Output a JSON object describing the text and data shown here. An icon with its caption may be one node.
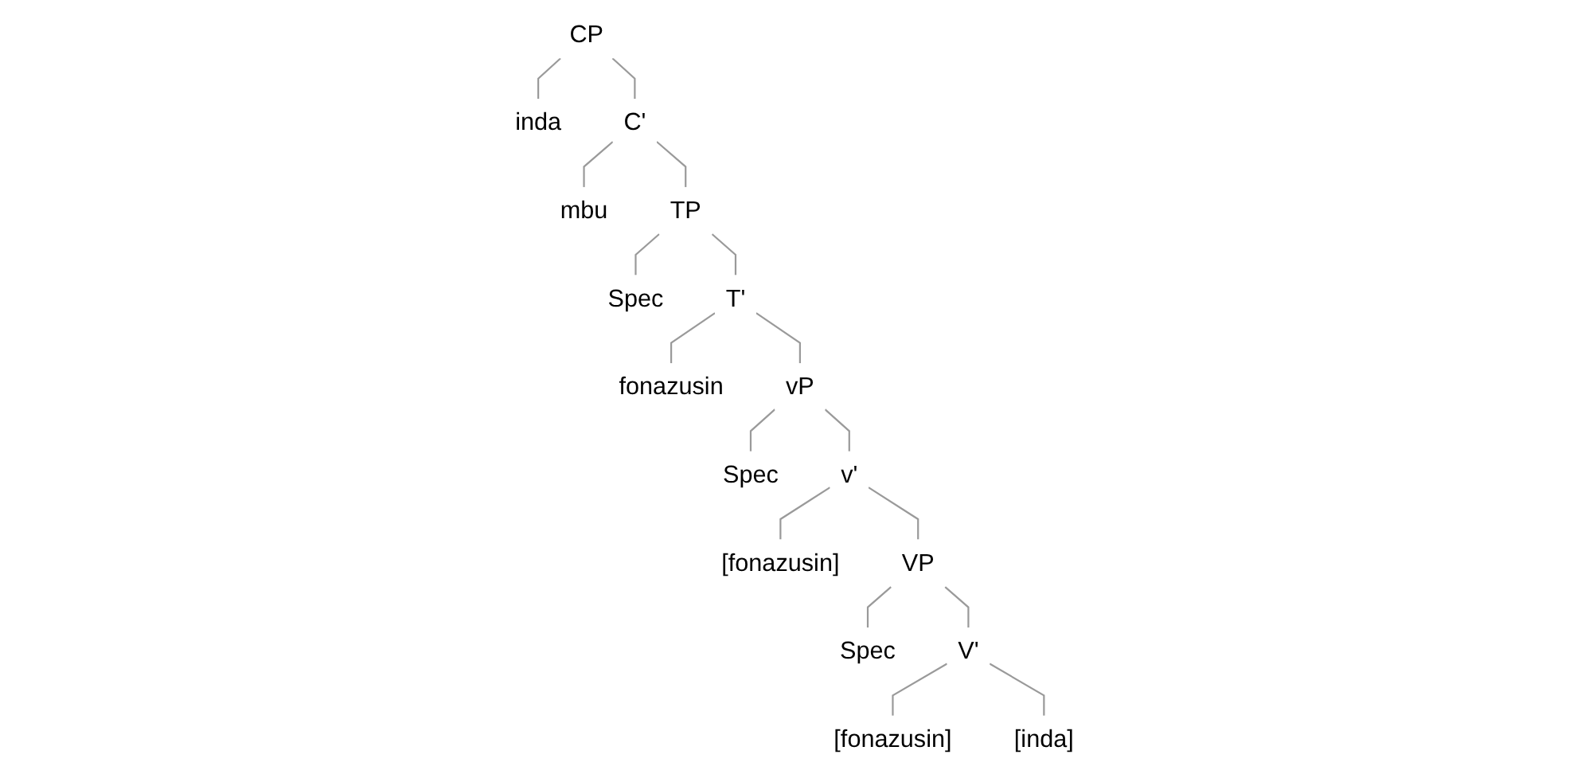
{
  "diagram": {
    "nodes": [
      {
        "text": [
          "CP"
        ]
      },
      {
        "text": [
          "inda"
        ]
      },
      {
        "text": [
          "C'"
        ]
      },
      {
        "text": [
          "mbu"
        ]
      },
      {
        "text": [
          "TP"
        ]
      },
      {
        "text": [
          "Spec"
        ]
      },
      {
        "text": [
          "T'"
        ]
      },
      {
        "text": [
          "fonazusin"
        ]
      },
      {
        "text": [
          "vP"
        ]
      },
      {
        "text": [
          "Spec"
        ]
      },
      {
        "text": [
          "v'"
        ]
      },
      {
        "text": [
          "[fonazusin]"
        ]
      },
      {
        "text": [
          "VP"
        ]
      },
      {
        "text": [
          "Spec"
        ]
      },
      {
        "text": [
          "V'"
        ]
      },
      {
        "text": [
          "[fonazusin]"
        ]
      },
      {
        "text": [
          "[inda]"
        ]
      }
    ],
    "edges": [
      {
        "from": 0,
        "to": 1,
        "arrow": "none"
      },
      {
        "from": 0,
        "to": 2,
        "arrow": "none"
      },
      {
        "from": 2,
        "to": 3,
        "arrow": "none"
      },
      {
        "from": 2,
        "to": 4,
        "arrow": "none"
      },
      {
        "from": 4,
        "to": 5,
        "arrow": "none"
      },
      {
        "from": 4,
        "to": 6,
        "arrow": "none"
      },
      {
        "from": 6,
        "to": 7,
        "arrow": "none"
      },
      {
        "from": 6,
        "to": 8,
        "arrow": "none"
      },
      {
        "from": 8,
        "to": 9,
        "arrow": "none"
      },
      {
        "from": 8,
        "to": 10,
        "arrow": "none"
      },
      {
        "from": 10,
        "to": 11,
        "arrow": "none"
      },
      {
        "from": 10,
        "to": 12,
        "arrow": "none"
      },
      {
        "from": 12,
        "to": 13,
        "arrow": "none"
      },
      {
        "from": 12,
        "to": 14,
        "arrow": "none"
      },
      {
        "from": 14,
        "to": 15,
        "arrow": "none"
      },
      {
        "from": 14,
        "to": 16,
        "arrow": "none"
      }
    ]
  }
}
